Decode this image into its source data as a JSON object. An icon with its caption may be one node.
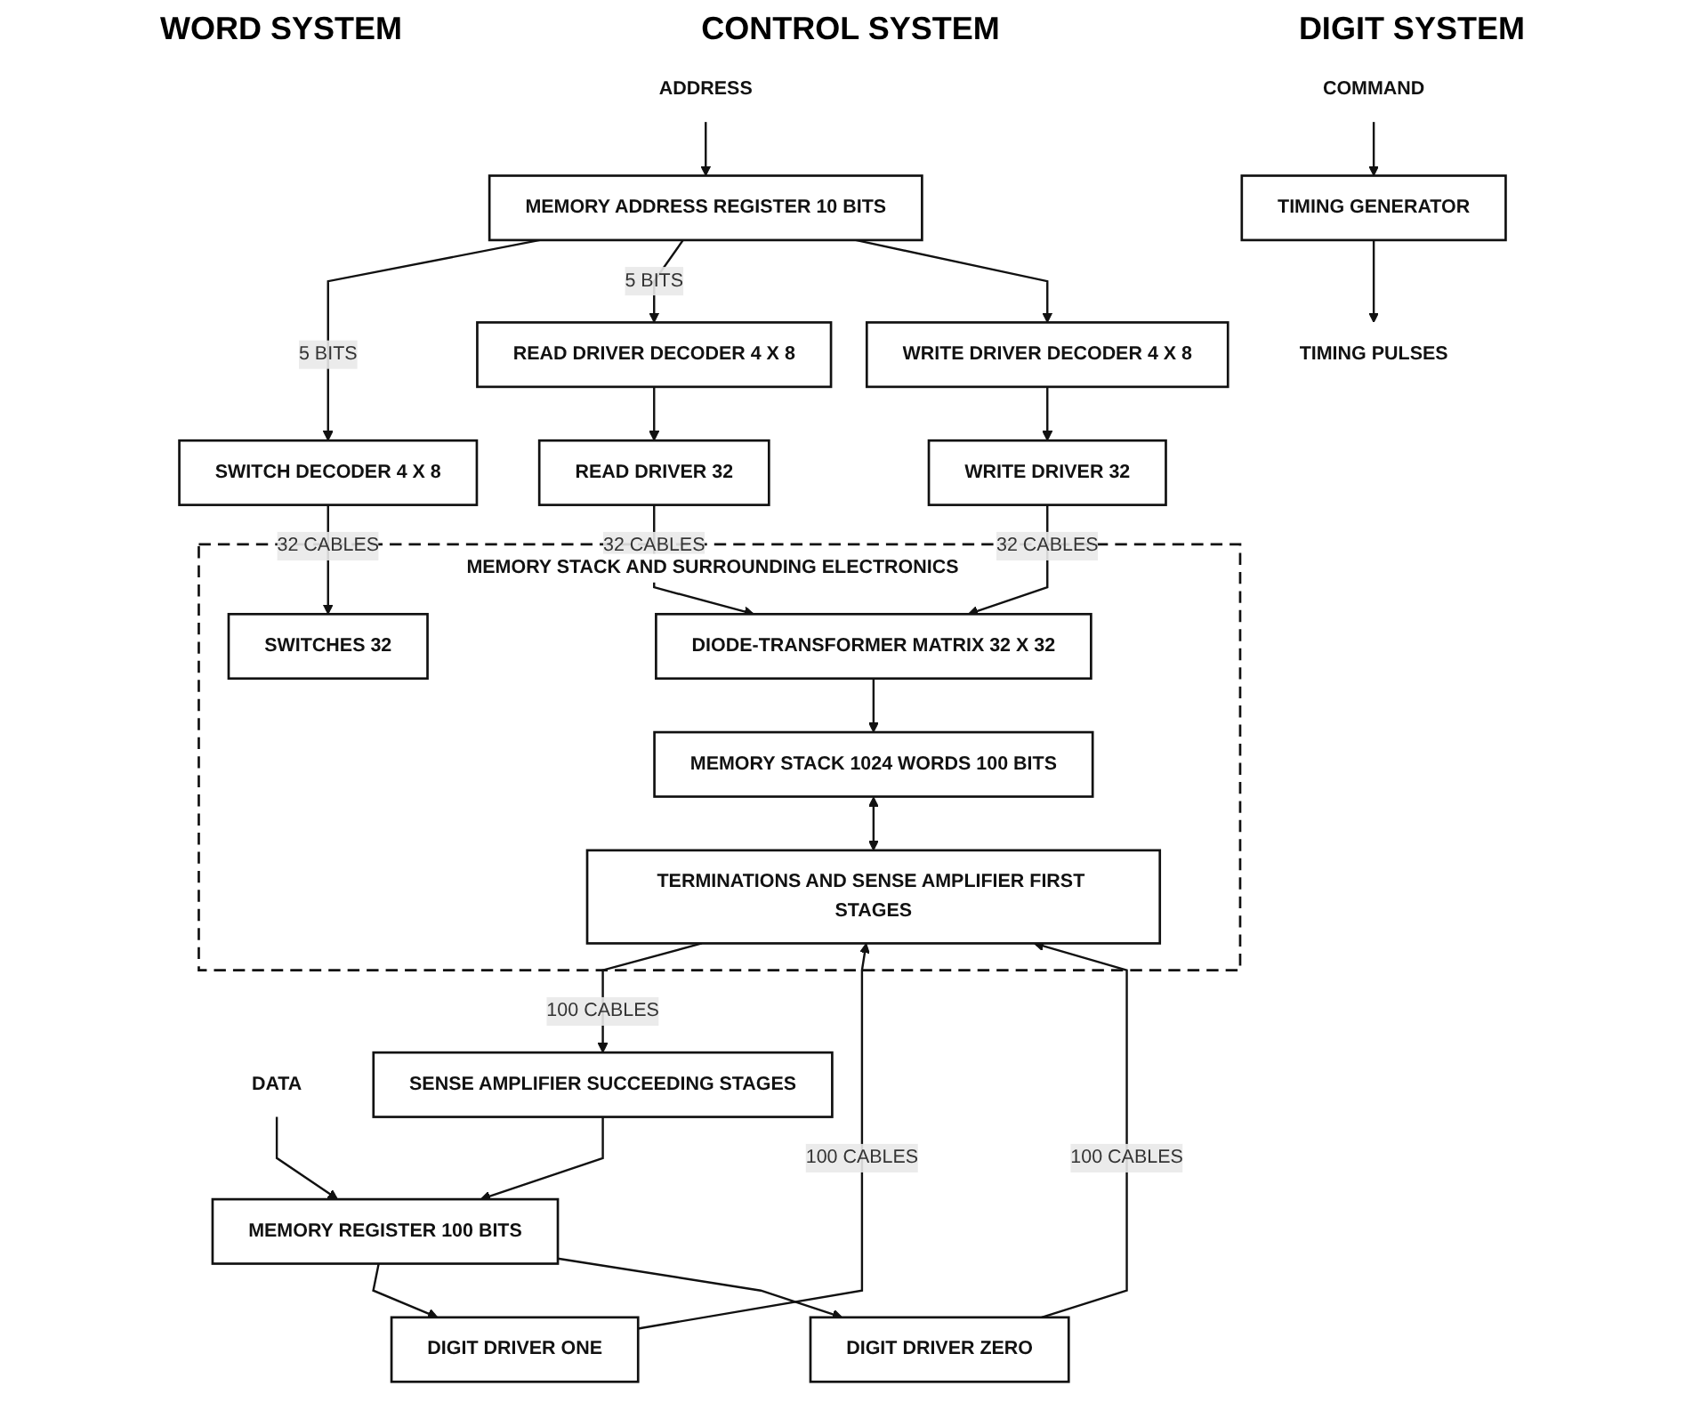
{
  "diagram": {
    "nodes": [
      {
        "text": [
          "ADDRESS"
        ]
      },
      {
        "text": [
          "MEMORY ADDRESS REGISTER 10 BITS"
        ]
      },
      {
        "text": [
          "SWITCH DECODER 4 X 8"
        ]
      },
      {
        "text": [
          "READ DRIVER DECODER 4 X 8"
        ]
      },
      {
        "text": [
          "WRITE DRIVER DECODER 4 X 8"
        ]
      },
      {
        "text": [
          "READ DRIVER 32"
        ]
      },
      {
        "text": [
          "WRITE DRIVER 32"
        ]
      },
      {
        "text": [
          "MEMORY STACK AND SURROUNDING ELECTRONICS"
        ]
      },
      {
        "text": [
          "SWITCHES 32"
        ],
        "in": 7
      },
      {
        "text": [
          "DIODE-TRANSFORMER MATRIX 32 X 32"
        ],
        "in": 7
      },
      {
        "text": [
          "MEMORY STACK 1024 WORDS 100 BITS"
        ],
        "in": 7
      },
      {
        "text": [
          "TERMINATIONS AND SENSE AMPLIFIER FIRST STAGES"
        ],
        "in": 7
      },
      {
        "text": [
          "COMMAND"
        ]
      },
      {
        "text": [
          "TIMING GENERATOR"
        ]
      },
      {
        "text": [
          "TIMING PULSES"
        ]
      },
      {
        "text": [
          "DATA"
        ]
      },
      {
        "text": [
          "MEMORY REGISTER 100 BITS"
        ]
      },
      {
        "text": [
          "SENSE AMPLIFIER SUCCEEDING STAGES"
        ]
      },
      {
        "text": [
          "DIGIT DRIVER ONE"
        ]
      },
      {
        "text": [
          "DIGIT DRIVER ZERO"
        ]
      }
    ],
    "edges": [
      {
        "from": 0,
        "to": 1,
        "arrow": "to"
      },
      {
        "from": 1,
        "to": 2,
        "arrow": "to",
        "label": "5 BITS"
      },
      {
        "from": 1,
        "to": 3,
        "arrow": "to",
        "label": "5 BITS"
      },
      {
        "from": 1,
        "to": 4,
        "arrow": "to"
      },
      {
        "from": 2,
        "to": 8,
        "arrow": "to",
        "label": "32 CABLES"
      },
      {
        "from": 3,
        "to": 5,
        "arrow": "to"
      },
      {
        "from": 4,
        "to": 6,
        "arrow": "to"
      },
      {
        "from": 5,
        "to": 9,
        "arrow": "to",
        "label": "32 CABLES"
      },
      {
        "from": 6,
        "to": 9,
        "arrow": "to",
        "label": "32 CABLES"
      },
      {
        "from": 9,
        "to": 10,
        "arrow": "to"
      },
      {
        "from": 10,
        "to": 11,
        "arrow": "both"
      },
      {
        "from": 11,
        "to": 17,
        "arrow": "to",
        "label": "100 CABLES"
      },
      {
        "from": 18,
        "to": 11,
        "arrow": "to",
        "label": "100 CABLES"
      },
      {
        "from": 19,
        "to": 11,
        "arrow": "to",
        "label": "100 CABLES"
      },
      {
        "from": 17,
        "to": 16,
        "arrow": "to"
      },
      {
        "from": 16,
        "to": 18,
        "arrow": "to"
      },
      {
        "from": 16,
        "to": 19,
        "arrow": "to"
      },
      {
        "from": 12,
        "to": 13,
        "arrow": "to"
      },
      {
        "from": 13,
        "to": 14,
        "arrow": "to"
      },
      {
        "from": 15,
        "to": 16,
        "arrow": "to"
      }
    ],
    "labels": [
      "WORD SYSTEM",
      "CONTROL SYSTEM",
      "DIGIT SYSTEM"
    ]
  }
}
